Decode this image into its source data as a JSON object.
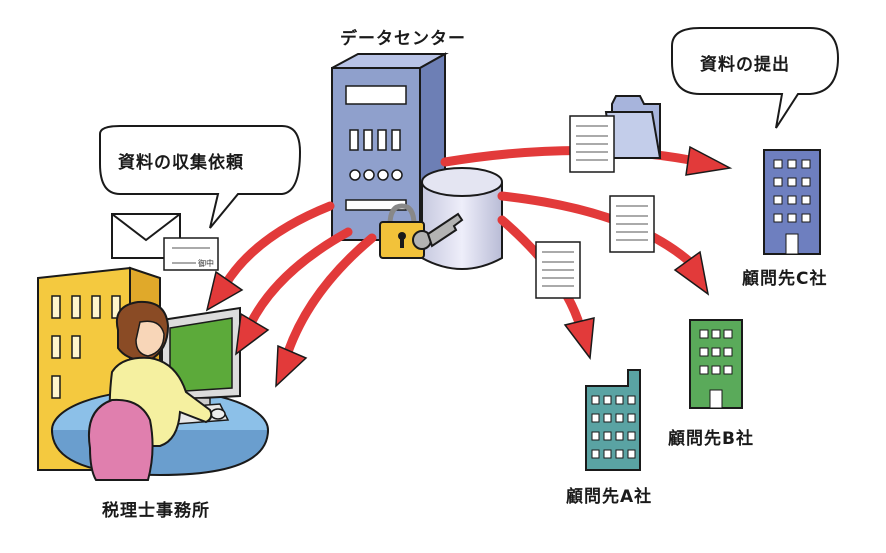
{
  "labels": {
    "data_center": "データセンター",
    "office": "税理士事務所",
    "client_a": "顧問先A社",
    "client_b": "顧問先B社",
    "client_c": "顧問先C社"
  },
  "bubbles": {
    "collect": "資料の収集依頼",
    "submit": "資料の提出"
  },
  "envelope_card_text": "御中",
  "colors": {
    "arrow": "#e23a3a",
    "server": "#8fa0cc",
    "building_blue": "#6e7fbf",
    "building_green": "#5aaa5a",
    "building_teal": "#5aa3a3",
    "office_building": "#f0c540",
    "monitor_screen": "#5caa3a",
    "desk": "#8cc0e8"
  }
}
